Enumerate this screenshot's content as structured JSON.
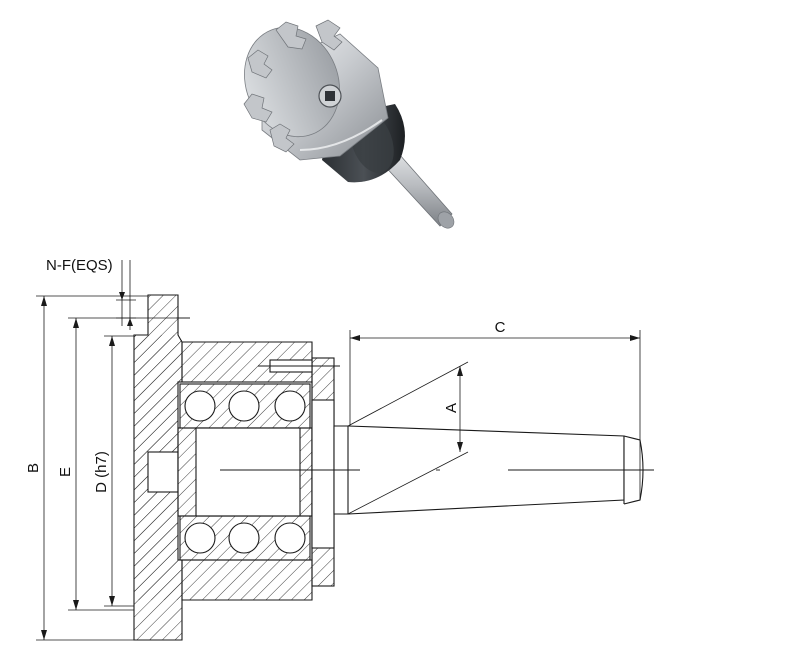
{
  "labels": {
    "thread": "N-F(EQS)",
    "a": "A",
    "b": "B",
    "c": "C",
    "d": "D (h7)",
    "e": "E"
  },
  "colors": {
    "line": "#1a1a1a",
    "hatch": "#2a2a2a",
    "metal_light": "#eef0f2",
    "metal_dark": "#6f7378"
  },
  "icons": {
    "product_photo": "lathe-chuck-with-morse-taper-shank"
  },
  "bearings": {
    "rows": 2,
    "balls_per_row": 3
  }
}
